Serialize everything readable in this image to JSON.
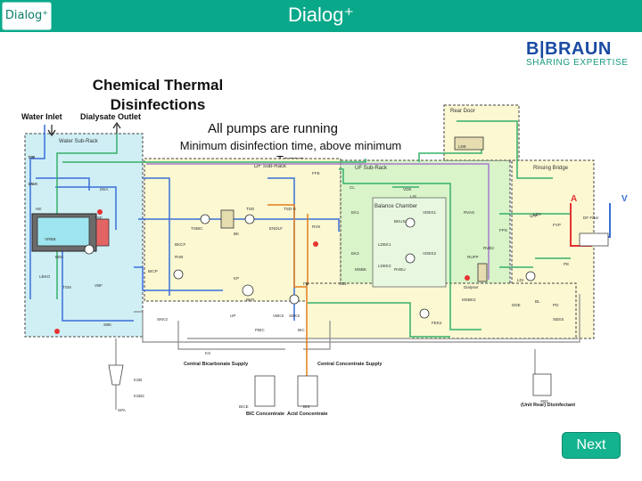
{
  "header": {
    "badge": "Dialog⁺",
    "title": "Dialog⁺"
  },
  "brand": {
    "name": "B|BRAUN",
    "tagline": "SHARING EXPERTISE"
  },
  "slide": {
    "heading": "Chemical Thermal Disinfections",
    "status_pumps": "All pumps are running",
    "status_time": "Minimum disinfection time, above minimum Temp"
  },
  "diagram": {
    "inlet_label": "Water Inlet",
    "outlet_label": "Dialysate Outlet",
    "regions": {
      "water": "Water Sub-Rack",
      "df": "DF Sub-Rack",
      "uf": "UF Sub-Rack",
      "rinsing": "Rinsing Bridge",
      "rear": "Rear Door",
      "balance": "Balance Chamber"
    },
    "supplies": {
      "bic_supply": "Central Bicarbonate Supply",
      "acid_supply": "Central Concentrate Supply",
      "bic_conc": "BIC Concentrate",
      "acid_conc": "Acid Concentrate",
      "disinfectant": "(Unit Rear) Disinfectant"
    },
    "markers": {
      "a": "A",
      "v": "V"
    },
    "component_labels": [
      "DM",
      "VWE",
      "DEA",
      "TSE",
      "HE",
      "LBKO",
      "VBF",
      "TSM",
      "BEK",
      "SBK",
      "TSBIC",
      "BKCF",
      "TSD",
      "ENDLF",
      "TSD-S",
      "RVS",
      "FFE",
      "RVB",
      "BK",
      "BICP",
      "KP",
      "BKP",
      "UP",
      "VBKS",
      "SBKS",
      "SKK3",
      "PBIC",
      "BIC",
      "KS",
      "BICE",
      "BIS",
      "KSB",
      "KSB2",
      "SPA",
      "BKUS",
      "RVBU",
      "EK1",
      "EK2",
      "VDEK1",
      "VDEK2",
      "LDEK1",
      "LDEK2",
      "MSBK",
      "MSBK2",
      "FEK2",
      "RUFP",
      "UFP",
      "FVP",
      "LDE",
      "LDV",
      "DF Filter",
      "LDI",
      "PE",
      "BL",
      "PD",
      "SBSS",
      "SB1",
      "SB2",
      "LIS",
      "Dialyser",
      "FD",
      "VDE",
      "FPS",
      "RVAS",
      "DDE",
      "RVB2",
      "VRBB",
      "CL",
      "DR",
      "LA"
    ]
  }
}
